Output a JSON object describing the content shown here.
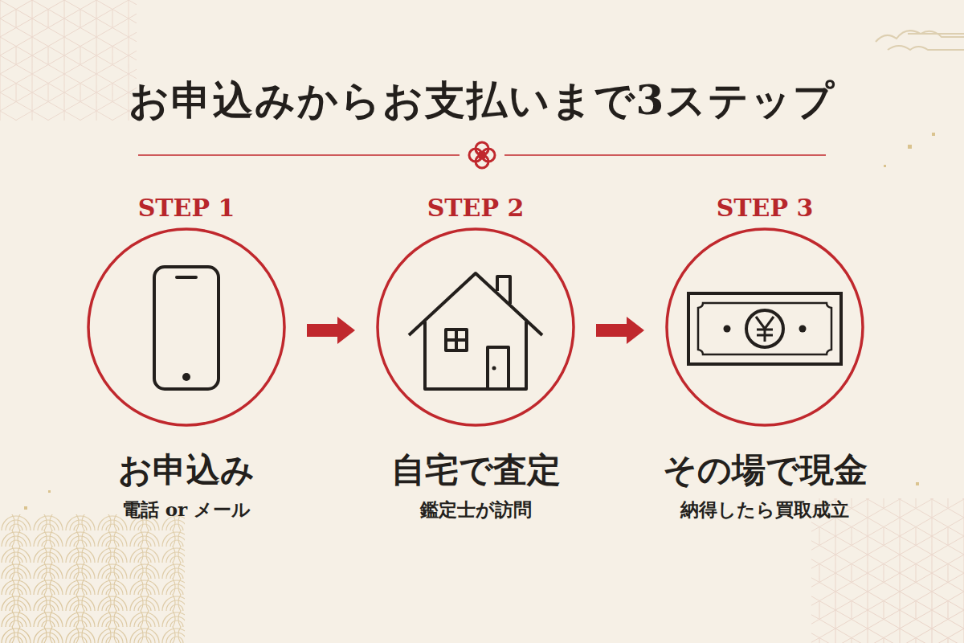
{
  "diagram": {
    "title": "お申込みからお支払いまで3ステップ",
    "nodes": [
      {
        "text": [
          "STEP 1",
          "お申込み",
          "電話 or メール"
        ]
      },
      {
        "text": [
          "STEP 2",
          "自宅で査定",
          "鑑定士が訪問"
        ]
      },
      {
        "text": [
          "STEP 3",
          "その場で現金",
          "納得したら買取成立"
        ]
      }
    ],
    "edges": [
      {
        "from": 0,
        "to": 1,
        "arrow": "to"
      },
      {
        "from": 1,
        "to": 2,
        "arrow": "to"
      }
    ]
  }
}
